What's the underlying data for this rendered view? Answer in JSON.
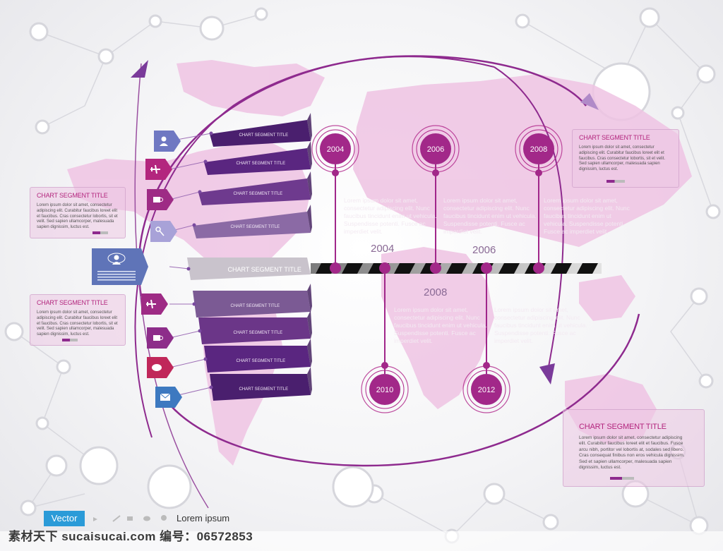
{
  "colors": {
    "purple": "#8e2a8e",
    "magenta": "#b0268a",
    "map": "#efc3e3",
    "stack_dark": "#4a1f6e",
    "stack_light": "#b89dc9"
  },
  "stack_labels": [
    "CHART SEGMENT TITLE",
    "CHART SEGMENT TITLE",
    "CHART SEGMENT TITLE",
    "CHART SEGMENT TITLE",
    "CHART SEGMENT TITLE",
    "CHART SEGMENT TITLE",
    "CHART SEGMENT TITLE",
    "CHART SEGMENT TITLE",
    "CHART SEGMENT TITLE"
  ],
  "tags": [
    {
      "icon": "user-icon",
      "color": "#6f78c2"
    },
    {
      "icon": "airplane-icon",
      "color": "#b3267e"
    },
    {
      "icon": "coffee-cup-icon",
      "color": "#9e2b85"
    },
    {
      "icon": "key-icon",
      "color": "#a8a2d8"
    },
    {
      "icon": "cloud-user-icon",
      "color": "#5f74b8"
    },
    {
      "icon": "airplane-icon",
      "color": "#9e2b85"
    },
    {
      "icon": "coffee-cup-icon",
      "color": "#8d2d8a"
    },
    {
      "icon": "chat-bubble-icon",
      "color": "#c0275a"
    },
    {
      "icon": "envelope-icon",
      "color": "#3d79c0"
    }
  ],
  "cards": {
    "left_top": {
      "title": "CHART SEGMENT TITLE",
      "text": "Lorem ipsum dolor sit amet, consectetur adipiscing elit. Curabitur faucibus loreet elit et faucibus. Cras consectetur lobortis, sit et velit. Sed sapien ullamcorper, malesuada sapien dignissim, luctus est."
    },
    "left_bottom": {
      "title": "CHART SEGMENT TITLE",
      "text": "Lorem ipsum dolor sit amet, consectetur adipiscing elit. Curabitur faucibus loreet elit et faucibus. Cras consectetur lobortis, sit et velit. Sed sapien ullamcorper, malesuada sapien dignissim, luctus est."
    },
    "right_top": {
      "title": "CHART SEGMENT TITLE",
      "text": "Lorem ipsum dolor sit amet, consectetur adipiscing elit. Curabitur faucibus loreet elit et faucibus. Cras consectetur lobortis, sit et velit. Sed sapien ullamcorper, malesuada sapien dignissim, luctus est."
    },
    "right_bottom": {
      "title": "CHART SEGMENT TITLE",
      "text": "Lorem ipsum dolor sit amet, consectetur adipiscing elit. Curabitur faucibus loreet elit et faucibus. Fusce arcu nibh, portitor vel lobortis at, sodales sed libero. Cras consequat finibus non eros vehicula dignissim. Sed et sapien ullamcorper, malesuada sapien dignissim, luctus est."
    }
  },
  "timeline": {
    "years_top": [
      "2004",
      "2006",
      "2008"
    ],
    "years_bottom": [
      "2010",
      "2012"
    ],
    "axis_labels": [
      "2004",
      "2006",
      "2008"
    ],
    "item_text": "Lorem ipsum dolor sit amet, consectetur adipiscing elit. Nunc faucibus tincidunt enim ut vehicula. Suspendisse potenti. Fusce ac imperdiet velit."
  },
  "footer": {
    "badge": "Vector",
    "title": "Lorem ipsum",
    "watermark": "素材天下 sucaisucai.com  编号：06572853"
  }
}
